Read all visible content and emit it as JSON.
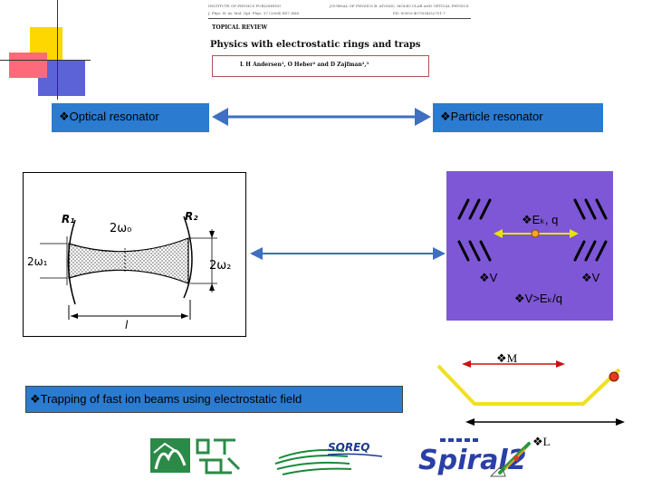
{
  "paper_header": {
    "publisher": "INSTITUTE OF PHYSICS PUBLISHING",
    "journal": "JOURNAL OF PHYSICS B: ATOMIC, MOLECULAR AND OPTICAL PHYSICS",
    "citation": "J. Phys. B: At. Mol. Opt. Phys. 37 (2004) R57–R88",
    "pii": "PII: S0953-4075(04)52751-7",
    "section": "TOPICAL REVIEW",
    "title": "Physics with electrostatic rings and traps",
    "authors": "L H Andersen¹, O Heber² and D Zajfman²,³"
  },
  "labels": {
    "optical_resonator": "❖Optical resonator",
    "particle_resonator": "❖Particle resonator",
    "trapping": "❖Trapping of fast ion beams using electrostatic field",
    "ek_q": "❖Eₖ, q",
    "v_left": "❖V",
    "v_right": "❖V",
    "v_condition": "❖V>Eₖ/q",
    "mass": "❖M",
    "length": "❖L"
  },
  "optics_figure": {
    "r1": "R₁",
    "r2": "R₂",
    "w0": "2ω₀",
    "w1": "2ω₁",
    "w2": "2ω₂",
    "l": "l"
  },
  "logos": {
    "soreq": "SOREQ",
    "spiral2": "Spiral2"
  },
  "colors": {
    "resonator_box": "#2b7bd0",
    "particle_panel": "#7e57d6",
    "trap_track": "#f0e020",
    "arrow_red": "#cc1111",
    "ion_dot": "#e43a1e",
    "spiral_blue": "#2a3fa6",
    "logo_green": "#2c8a48"
  }
}
